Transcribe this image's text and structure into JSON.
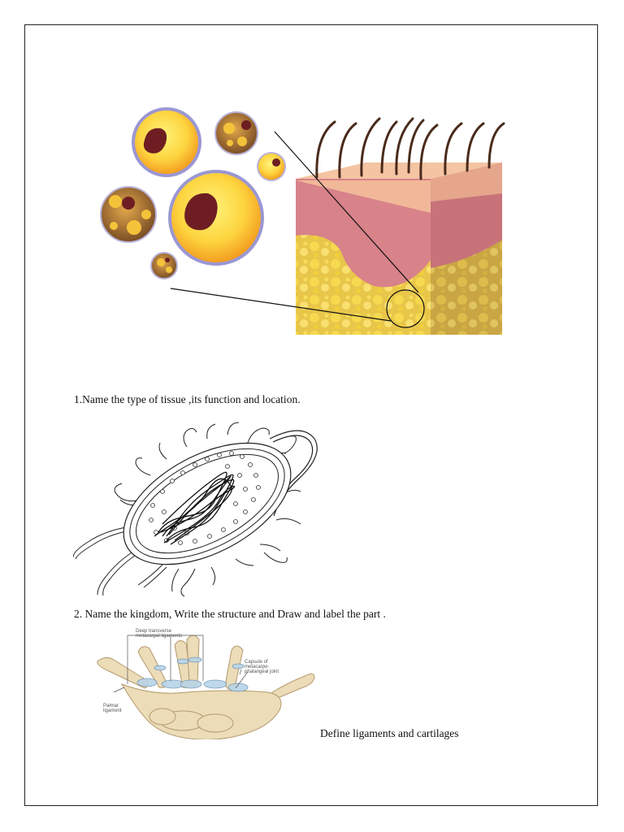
{
  "questions": {
    "q1": "1.Name  the type of tissue ,its function and location.",
    "q2": "2. Name the kingdom, Write the structure and  Draw and label  the part .",
    "q3": "Define ligaments and cartilages"
  },
  "figures": {
    "adipose": {
      "icon": "adipose-tissue-illustration"
    },
    "bacterium": {
      "icon": "bacterial-cell-line-drawing"
    },
    "hand": {
      "icon": "hand-ligaments-illustration",
      "labels": {
        "top": [
          "Deep transverse",
          "metacarpal ligaments"
        ],
        "right": [
          "Capsule of",
          "metacarpo-",
          "phalangeal joint"
        ],
        "left": [
          "Palmar",
          "ligament"
        ]
      }
    }
  }
}
